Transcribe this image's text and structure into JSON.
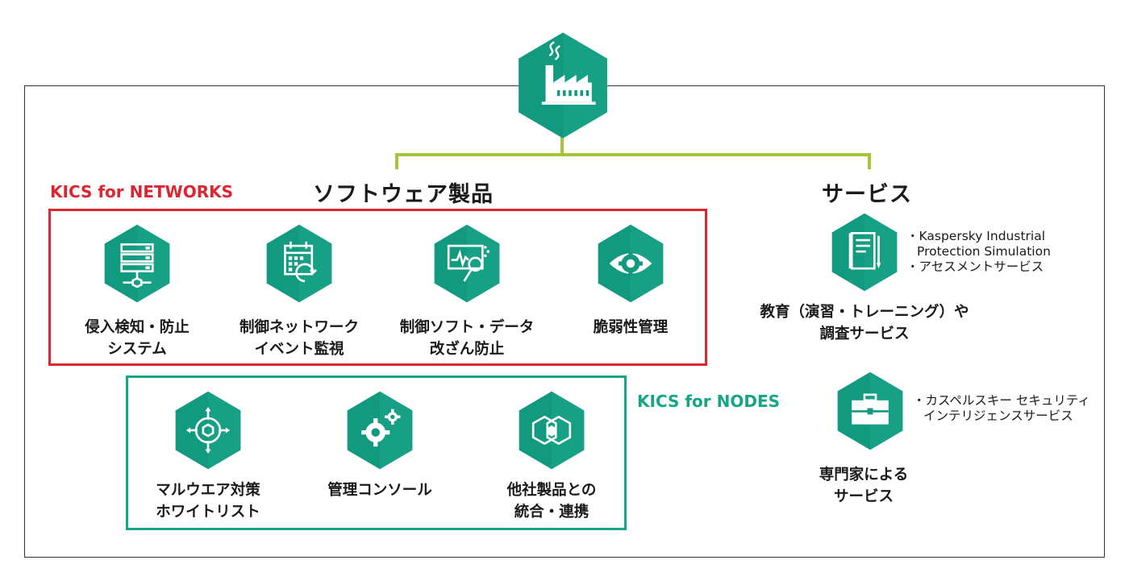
{
  "headings": {
    "software": "ソフトウェア製品",
    "services": "サービス"
  },
  "groups": {
    "networks_label": "KICS for NETWORKS",
    "nodes_label": "KICS for NODES"
  },
  "networks_items": [
    {
      "icon": "server-network-icon",
      "line1": "侵入検知・防止",
      "line2": "システム"
    },
    {
      "icon": "calendar-monitor-icon",
      "line1": "制御ネットワーク",
      "line2": "イベント監視"
    },
    {
      "icon": "screen-magnifier-icon",
      "line1": "制御ソフト・データ",
      "line2": "改ざん防止"
    },
    {
      "icon": "eye-gear-icon",
      "line1": "脆弱性管理",
      "line2": ""
    }
  ],
  "nodes_items": [
    {
      "icon": "crosshair-hex-icon",
      "line1": "マルウエア対策",
      "line2": "ホワイトリスト"
    },
    {
      "icon": "gears-icon",
      "line1": "管理コンソール",
      "line2": ""
    },
    {
      "icon": "linked-hexagons-icon",
      "line1": "他社製品との",
      "line2": "統合・連携"
    }
  ],
  "services": [
    {
      "icon": "notebook-icon",
      "bullets": [
        [
          "・Kaspersky Industrial",
          "Protection Simulation"
        ],
        [
          "・アセスメントサービス"
        ]
      ],
      "line1": "教育（演習・トレーニング）や",
      "line2": "調査サービス"
    },
    {
      "icon": "briefcase-icon",
      "bullets": [
        [
          "・カスペルスキー セキュリティ",
          "インテリジェンスサービス"
        ]
      ],
      "line1": "専門家による",
      "line2": "サービス"
    }
  ],
  "top_icon": "factory-icon",
  "colors": {
    "hex_teal": "#129a80",
    "hex_light": "#20a98c",
    "connector": "#a6c43a",
    "networks_red": "#dd2531",
    "nodes_teal": "#17a588"
  }
}
